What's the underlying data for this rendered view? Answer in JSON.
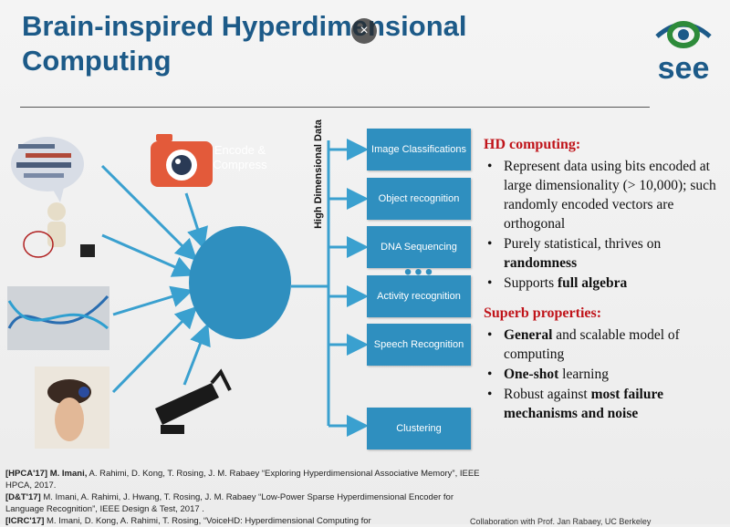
{
  "title": "Brain-inspired Hyperdimensional Computing",
  "logo_text": "see",
  "close_symbol": "×",
  "diagram": {
    "center_label": "Encode & Compress",
    "axis_label": "High Dimensional Data",
    "outputs": [
      "Image Classifications",
      "Object recognition",
      "DNA Sequencing",
      "Activity recognition",
      "Speech Recognition"
    ],
    "ellipsis": "•••",
    "last_output": "Clustering",
    "colors": {
      "accent": "#2f8fbf",
      "arrow": "#3aa0cf"
    }
  },
  "hd_computing": {
    "heading": "HD computing:",
    "bullet1": "Represent data using bits encoded at large dimensionality (> 10,000); such randomly encoded vectors are orthogonal",
    "bullet2_pre": "Purely statistical, thrives on ",
    "bullet2_bold": "randomness",
    "bullet3_pre": "Supports ",
    "bullet3_bold": "full algebra"
  },
  "superb": {
    "heading": "Superb properties:",
    "bullet1_bold": "General",
    "bullet1_rest": " and scalable model of computing",
    "bullet2_bold": "One-shot",
    "bullet2_rest": " learning",
    "bullet3_pre": "Robust against ",
    "bullet3_bold": "most failure mechanisms and noise"
  },
  "refs": {
    "r1_tag": "[HPCA'17]",
    "r1_auth": "M. Imani,",
    "r1_rest": " A. Rahimi, D. Kong, T. Rosing, J. M. Rabaey “Exploring Hyperdimensional Associative Memory”, IEEE HPCA, 2017.",
    "r2_tag": "[D&T'17]",
    "r2_rest": " M. Imani, A. Rahimi, J. Hwang, T. Rosing, J. M. Rabaey “Low-Power Sparse Hyperdimensional Encoder for Language Recognition”, IEEE Design & Test, 2017 .",
    "r3_tag": "[ICRC'17]",
    "r3_rest": " M. Imani, D. Kong, A. Rahimi, T. Rosing, “VoiceHD: Hyperdimensional Computing for"
  },
  "collab": "Collaboration with Prof. Jan Rabaey, UC Berkeley"
}
